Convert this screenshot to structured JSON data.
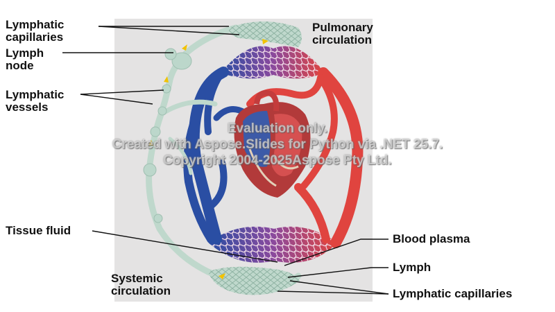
{
  "labels": {
    "lymphatic_capillaries_top": [
      "Lymphatic",
      "capillaries"
    ],
    "lymph_node": [
      "Lymph",
      "node"
    ],
    "lymphatic_vessels": [
      "Lymphatic",
      "vessels"
    ],
    "tissue_fluid": "Tissue fluid",
    "pulmonary_circulation": [
      "Pulmonary",
      "circulation"
    ],
    "systemic_circulation": [
      "Systemic",
      "circulation"
    ],
    "blood_plasma": "Blood plasma",
    "lymph": "Lymph",
    "lymphatic_capillaries_bottom": "Lymphatic capillaries"
  },
  "watermark": [
    "Evaluation only.",
    "Created with Aspose.Slides for Python via .NET 25.7.",
    "Copyright 2004-2025Aspose Pty Ltd."
  ],
  "colors": {
    "panel": "#e4e3e3",
    "oxygen_poor_blood": "#2a4ea3",
    "oxygen_rich_blood": "#e0443f",
    "lymph": "#bfd8cc",
    "label_text": "#111111"
  }
}
